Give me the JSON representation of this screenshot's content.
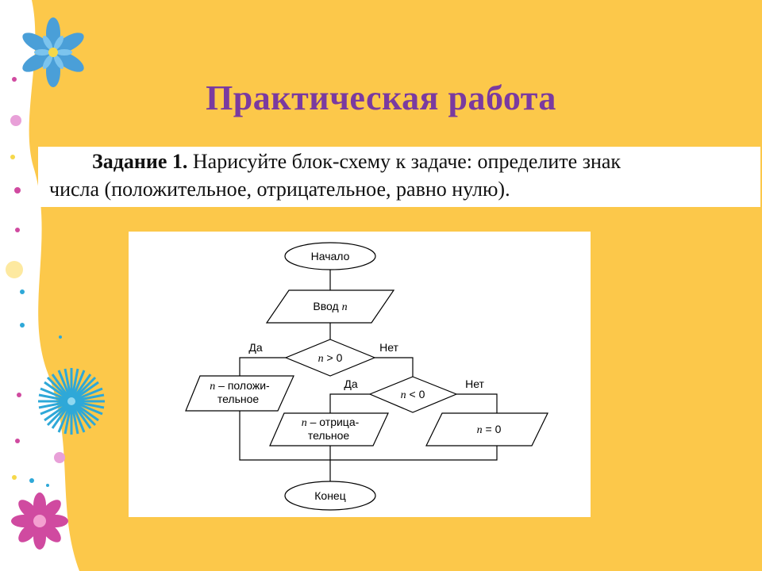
{
  "slide": {
    "title": "Практическая работа",
    "task_label": "Задание 1.",
    "task_text_line1": "Нарисуйте блок-схему к задаче: определите знак",
    "task_text_line2": "числа (положительное, отрицательное, равно нулю)."
  },
  "flowchart": {
    "start": "Начало",
    "input": "Ввод ",
    "input_var": "n",
    "cond1_var": "n",
    "cond1_op": " > 0",
    "cond1_yes": "Да",
    "cond1_no": "Нет",
    "out_pos_var": "n",
    "out_pos_line1": " – положи-",
    "out_pos_line2": "тельное",
    "cond2_var": "n",
    "cond2_op": " < 0",
    "cond2_yes": "Да",
    "cond2_no": "Нет",
    "out_neg_var": "n",
    "out_neg_line1": " – отрица-",
    "out_neg_line2": "тельное",
    "out_zero_var": "n",
    "out_zero_rest": " = 0",
    "end": "Конец"
  },
  "colors": {
    "yellow": "#fcc84a",
    "title": "#7a3aa0",
    "flower_blue": "#4a9fd8",
    "flower_pink": "#d04aa0",
    "flower_cyan": "#3ab0d0"
  },
  "decor_icons": [
    "blue-flower-icon",
    "cyan-flower-icon",
    "pink-flower-icon"
  ]
}
